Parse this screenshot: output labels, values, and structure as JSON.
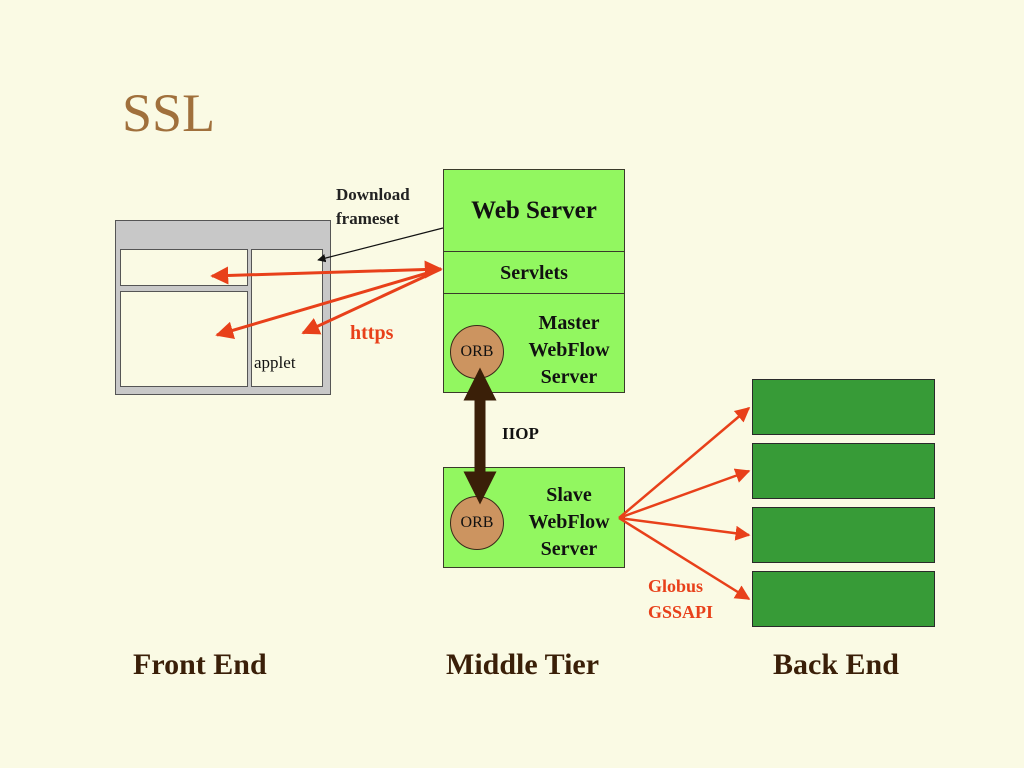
{
  "title": "SSL",
  "front_end": {
    "applet_label": "applet",
    "download_label_line1": "Download",
    "download_label_line2": "frameset",
    "https_label": "https"
  },
  "middle_tier": {
    "web_server": "Web Server",
    "servlets": "Servlets",
    "master_line1": "Master",
    "master_line2": "WebFlow",
    "master_line3": "Server",
    "orb": "ORB",
    "iiop": "IIOP",
    "slave_line1": "Slave",
    "slave_line2": "WebFlow",
    "slave_line3": "Server"
  },
  "back_end": {
    "globus_line1": "Globus",
    "globus_line2": "GSSAPI",
    "box_count": 4
  },
  "tiers": {
    "front": "Front End",
    "middle": "Middle Tier",
    "back": "Back End"
  },
  "colors": {
    "background": "#fafae4",
    "server_green": "#92f760",
    "backend_green": "#379b37",
    "arrow_red": "#e8401a",
    "title_brown": "#a0703c",
    "iiop_arrow": "#3a1f08"
  }
}
